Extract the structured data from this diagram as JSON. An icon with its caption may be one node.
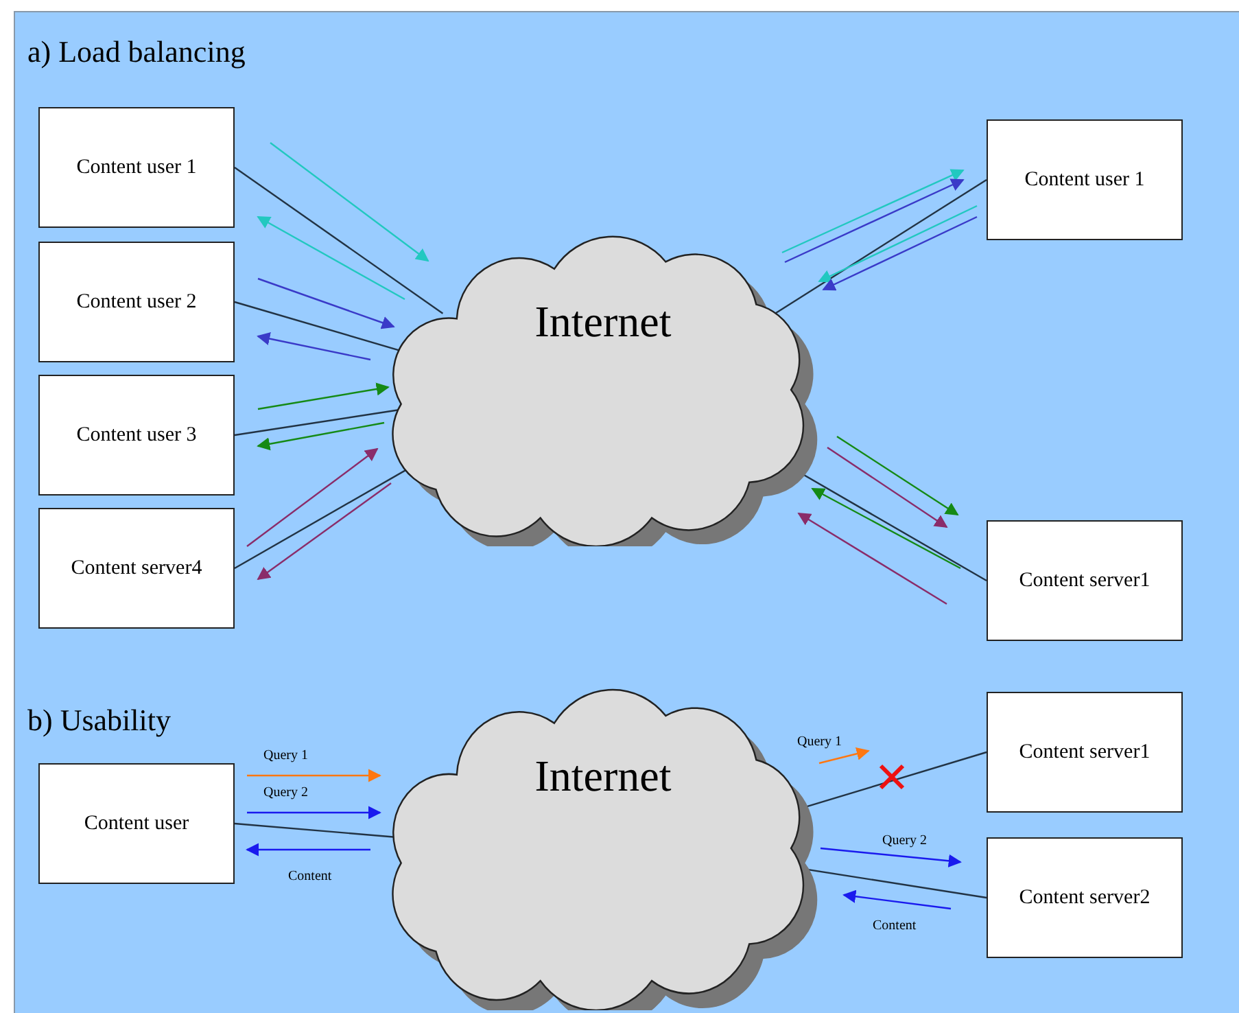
{
  "diagram": {
    "nodes": [
      {
        "text": [
          "Content user 1"
        ]
      },
      {
        "text": [
          "Content user 2"
        ]
      },
      {
        "text": [
          "Content user 3"
        ]
      },
      {
        "text": [
          "Content server4"
        ]
      },
      {
        "text": [
          "Internet"
        ]
      },
      {
        "text": [
          "Content user 1"
        ]
      },
      {
        "text": [
          "Content server1"
        ]
      },
      {
        "text": [
          "Content user"
        ]
      },
      {
        "text": [
          "Internet"
        ]
      },
      {
        "text": [
          "Content server1"
        ]
      },
      {
        "text": [
          "Content server2"
        ]
      }
    ],
    "edges": [
      {
        "from": 0,
        "to": 4,
        "arrow": "none"
      },
      {
        "from": 1,
        "to": 4,
        "arrow": "none"
      },
      {
        "from": 2,
        "to": 4,
        "arrow": "none"
      },
      {
        "from": 3,
        "to": 4,
        "arrow": "none"
      },
      {
        "from": 4,
        "to": 5,
        "arrow": "none"
      },
      {
        "from": 4,
        "to": 6,
        "arrow": "none"
      },
      {
        "from": 7,
        "to": 8,
        "arrow": "none"
      },
      {
        "from": 8,
        "to": 9,
        "arrow": "none"
      },
      {
        "from": 8,
        "to": 10,
        "arrow": "none"
      }
    ],
    "labels": [
      "a) Load balancing",
      "b) Usability",
      "Query 1",
      "Query 2",
      "Content",
      "Query 1",
      "Query 2",
      "Content"
    ]
  }
}
